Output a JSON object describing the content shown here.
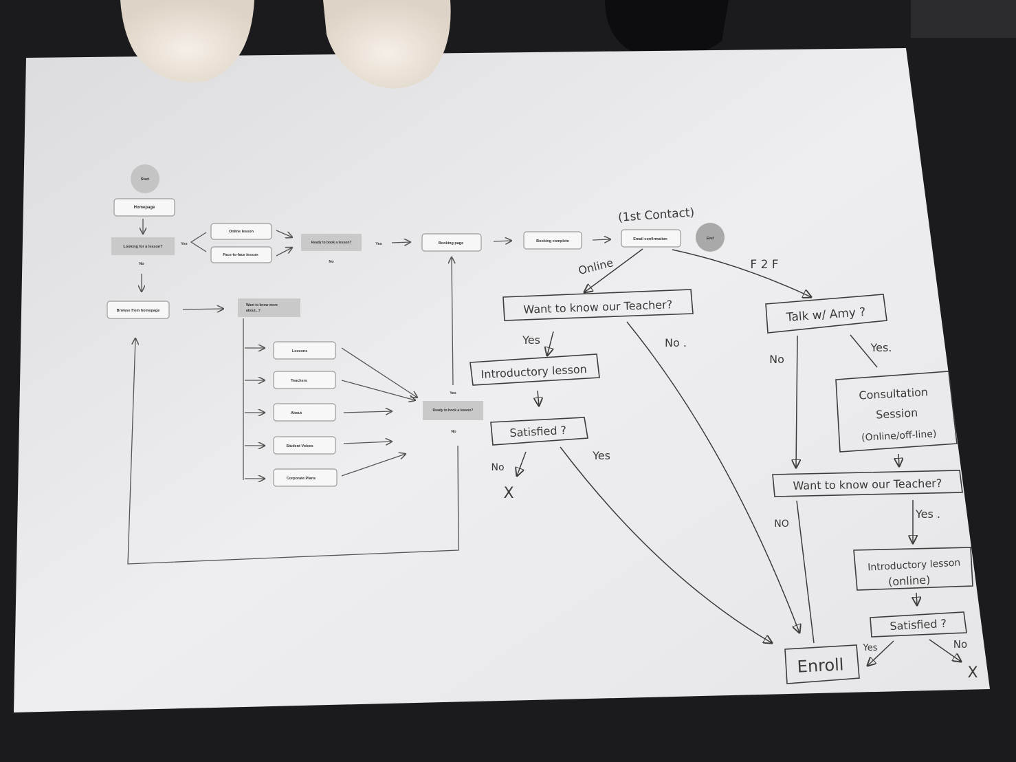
{
  "printed": {
    "start": "Start",
    "homepage": "Homepage",
    "looking": "Looking for a lesson?",
    "yes1": "Yes",
    "no1": "No",
    "online_lesson": "Online lesson",
    "f2f_lesson": "Face-to-face lesson",
    "ready1": "Ready to book a lesson?",
    "yes2": "Yes",
    "no2": "No",
    "booking_page": "Booking page",
    "booking_complete": "Booking complete",
    "email_confirmation": "Email confirmation",
    "end": "End",
    "browse": "Browse from homepage",
    "want_know_1": "Want to know more",
    "want_know_2": "about...?",
    "lessons": "Lessons",
    "teachers": "Teachers",
    "about": "About",
    "student_voices": "Student Voices",
    "corporate": "Corporate Plans",
    "ready2": "Ready to book a lesson?",
    "yes3": "Yes",
    "no3": "No"
  },
  "handwritten": {
    "first_contact": "(1st Contact)",
    "online": "Online",
    "f2f": "F 2 F",
    "want_teacher_1": "Want to know our Teacher?",
    "yes_a": "Yes",
    "no_a": "No .",
    "intro_lesson_1": "Introductory lesson",
    "satisfied_1": "Satisfied ?",
    "no_b": "No",
    "x_1": "X",
    "yes_b": "Yes",
    "talk_amy": "Talk w/ Amy ?",
    "no_c": "No",
    "yes_c": "Yes.",
    "consult_1": "Consultation",
    "consult_2": "Session",
    "consult_3": "(Online/off-line)",
    "want_teacher_2": "Want to know our Teacher?",
    "no_d": "NO",
    "yes_d": "Yes .",
    "intro_2a": "Introductory lesson",
    "intro_2b": "(online)",
    "satisfied_2": "Satisfied ?",
    "yes_e": "Yes",
    "no_e": "No",
    "x_2": "X",
    "enroll": "Enroll"
  }
}
